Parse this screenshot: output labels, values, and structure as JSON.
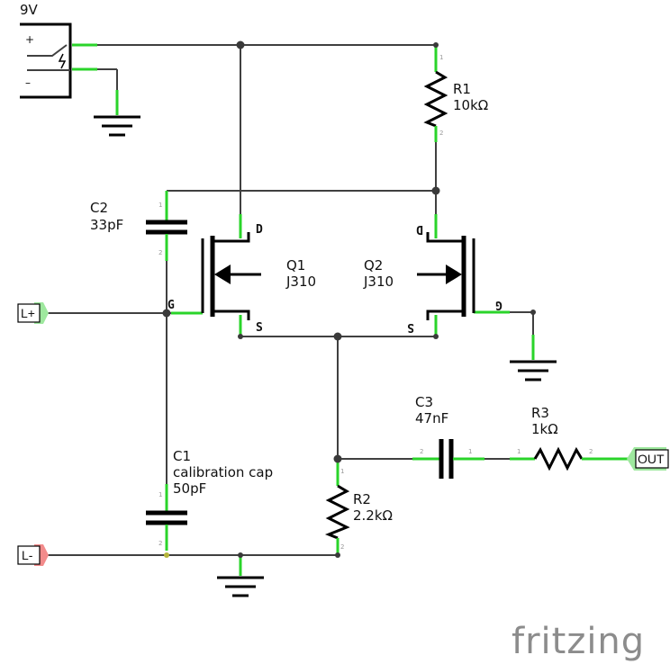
{
  "battery": {
    "label": "9V",
    "plus": "+",
    "minus": "–"
  },
  "resistors": [
    {
      "ref": "R1",
      "value": "10kΩ"
    },
    {
      "ref": "R2",
      "value": "2.2kΩ"
    },
    {
      "ref": "R3",
      "value": "1kΩ"
    }
  ],
  "capacitors": [
    {
      "ref": "C1",
      "desc": "calibration cap",
      "value": "50pF"
    },
    {
      "ref": "C2",
      "value": "33pF"
    },
    {
      "ref": "C3",
      "value": "47nF"
    }
  ],
  "transistors": [
    {
      "ref": "Q1",
      "model": "J310",
      "pins": {
        "d": "D",
        "g": "G",
        "s": "S"
      }
    },
    {
      "ref": "Q2",
      "model": "J310",
      "pins": {
        "d": "D",
        "g": "G",
        "s": "S"
      }
    }
  ],
  "ports": {
    "in_plus": "L+",
    "in_minus": "L-",
    "out": "OUT"
  },
  "pin_numbers": {
    "one": "1",
    "two": "2"
  },
  "branding": "fritzing",
  "colors": {
    "wire": "#404040",
    "pin_highlight": "#2ad42a",
    "port_green": "#9ee89e",
    "port_red": "#f28b8b",
    "brand": "#8c8c8c"
  }
}
